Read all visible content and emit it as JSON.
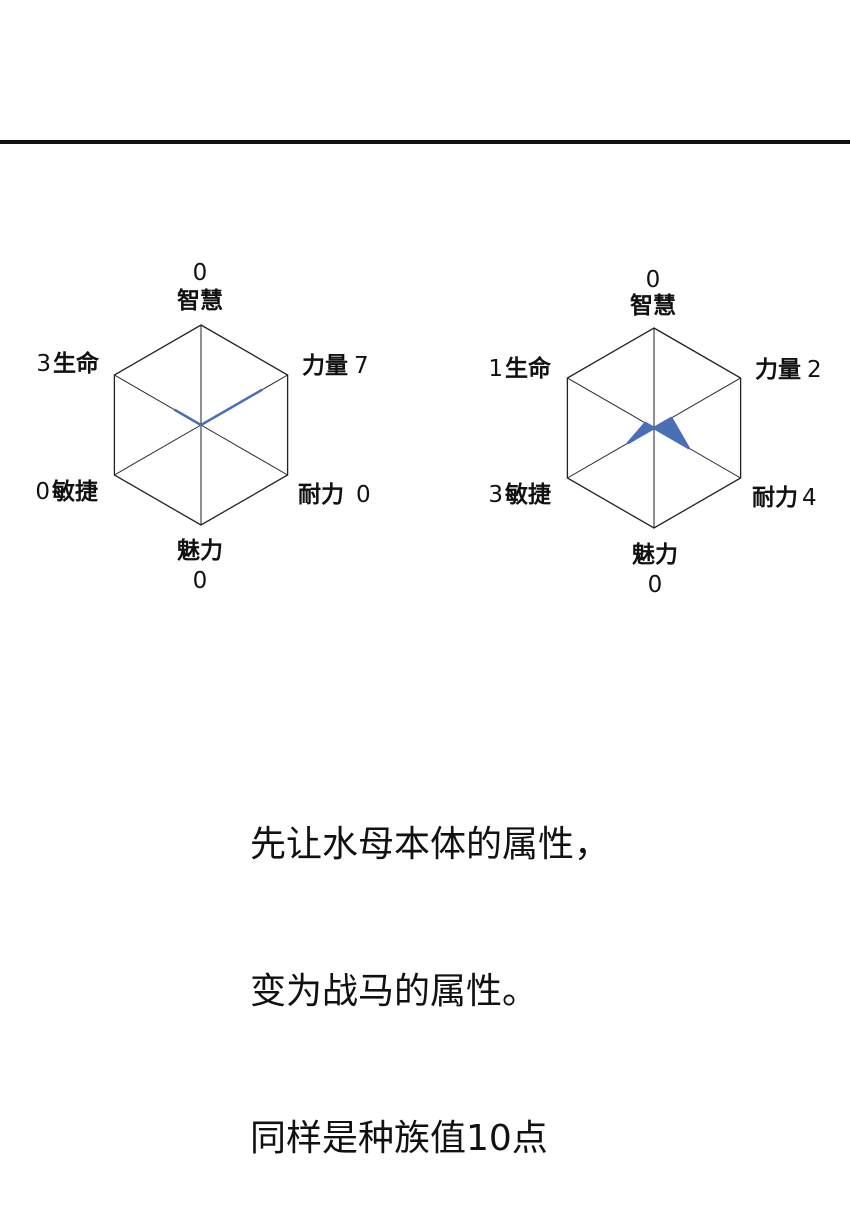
{
  "chart_data": [
    {
      "type": "radar",
      "axes": [
        "智慧",
        "力量",
        "耐力",
        "魅力",
        "敏捷",
        "生命"
      ],
      "values": [
        0,
        7,
        0,
        0,
        0,
        3
      ],
      "value_labels": [
        "0",
        "7",
        "0",
        "0",
        "0",
        "3"
      ],
      "series_color": "#4a6fb5",
      "grid": true
    },
    {
      "type": "radar",
      "axes": [
        "智慧",
        "力量",
        "耐力",
        "魅力",
        "敏捷",
        "生命"
      ],
      "values": [
        0,
        2,
        4,
        0,
        3,
        1
      ],
      "value_labels": [
        "0",
        "2",
        "4",
        "0",
        "3",
        "1"
      ],
      "series_color": "#4a6fb5",
      "grid": true
    }
  ],
  "caption": {
    "line1": "先让水母本体的属性，",
    "line2": "变为战马的属性。",
    "line3": "同样是种族值10点"
  }
}
